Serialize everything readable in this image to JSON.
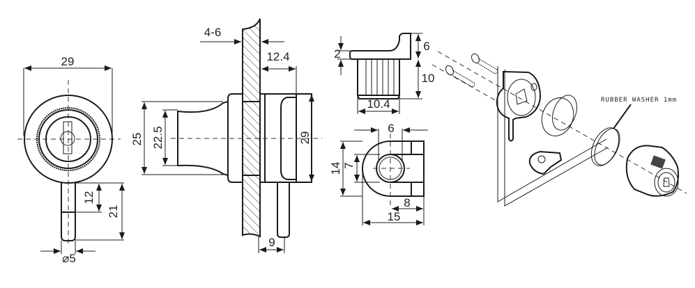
{
  "front_view": {
    "width_dim": "29",
    "pin_short_dim": "12",
    "pin_long_dim": "21",
    "pin_dia_dim": "⌀5"
  },
  "side_view": {
    "panel_dim": "4-6",
    "body_depth_dim": "12.4",
    "outer_dia_dim": "25",
    "inner_dia_dim": "22.5",
    "body_height_dim": "29",
    "pin_offset_dim": "9"
  },
  "cap_view": {
    "flange_dim": "2",
    "hook_dim": "6",
    "shank_height_dim": "10",
    "shank_width_dim": "10.4"
  },
  "plate_view": {
    "slot_dim": "6",
    "height_dim": "14",
    "hole_dim": "7",
    "center_offset_dim": "8",
    "length_dim": "15"
  },
  "exploded_view": {
    "washer_label": "RUBBER WASHER 1mm"
  }
}
